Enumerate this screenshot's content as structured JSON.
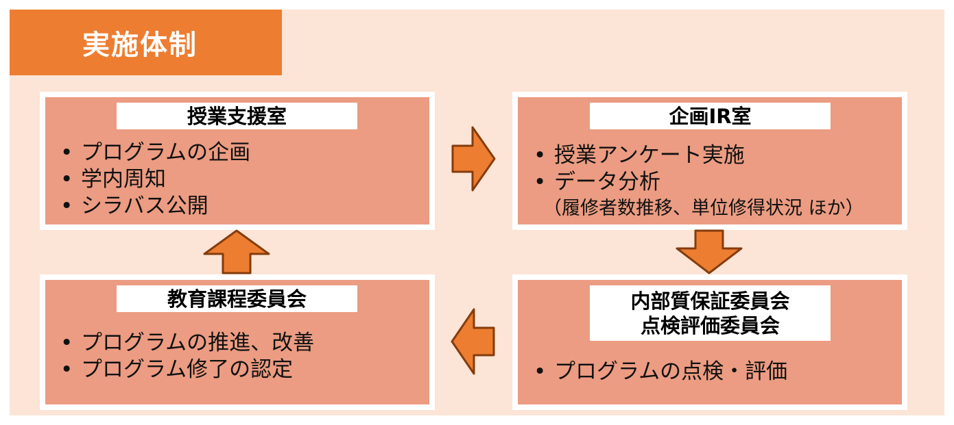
{
  "title": "実施体制",
  "colors": {
    "background": "#fce4d6",
    "title_bg": "#ed7d31",
    "box_fill": "#eb9c82",
    "arrow_fill": "#ed7d31",
    "arrow_stroke": "#843c0c"
  },
  "bullet": "•",
  "boxes": {
    "jugyo_shien": {
      "label": "授業支援室",
      "items": [
        "プログラムの企画",
        "学内周知",
        "シラバス公開"
      ]
    },
    "kikaku_ir": {
      "label": "企画IR室",
      "items": [
        "授業アンケート実施",
        "データ分析"
      ],
      "note": "（履修者数推移、単位修得状況 ほか）"
    },
    "naibu_hosho": {
      "label_line1": "内部質保証委員会",
      "label_line2": "点検評価委員会",
      "items": [
        "プログラムの点検・評価"
      ]
    },
    "kyoiku_katei": {
      "label": "教育課程委員会",
      "items": [
        "プログラムの推進、改善",
        "プログラム修了の認定"
      ]
    }
  }
}
